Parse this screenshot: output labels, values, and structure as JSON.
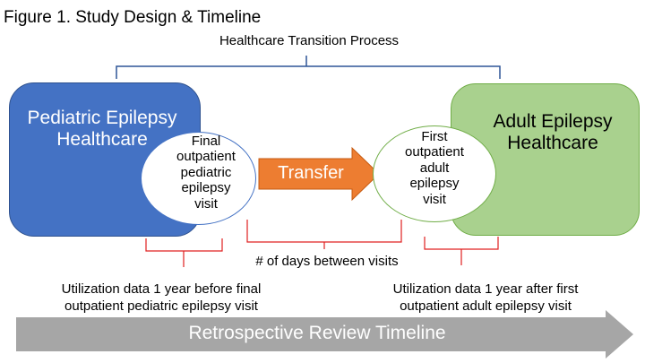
{
  "figure": {
    "title": "Figure 1. Study Design & Timeline",
    "process_label": "Healthcare Transition Process",
    "pediatric_box": {
      "label_line1": "Pediatric Epilepsy",
      "label_line2": "Healthcare",
      "fill": "#4472c4"
    },
    "adult_box": {
      "label_line1": "Adult Epilepsy",
      "label_line2": "Healthcare",
      "fill": "#a9d18e"
    },
    "final_visit": {
      "lines": [
        "Final",
        "outpatient",
        "pediatric",
        "epilepsy",
        "visit"
      ]
    },
    "first_visit": {
      "lines": [
        "First",
        "outpatient",
        "adult",
        "epilepsy",
        "visit"
      ]
    },
    "transfer": {
      "label": "Transfer",
      "color": "#ed7d31"
    },
    "days_label": "# of days between visits",
    "utilization_before": {
      "line1": "Utilization data 1 year before final",
      "line2": "outpatient pediatric epilepsy visit"
    },
    "utilization_after": {
      "line1": "Utilization data 1 year after first",
      "line2": "outpatient adult epilepsy visit"
    },
    "timeline": {
      "label": "Retrospective Review Timeline",
      "color": "#a6a6a6"
    },
    "colors": {
      "bracket_red": "#e02020",
      "bracket_blue": "#2f5597"
    }
  }
}
